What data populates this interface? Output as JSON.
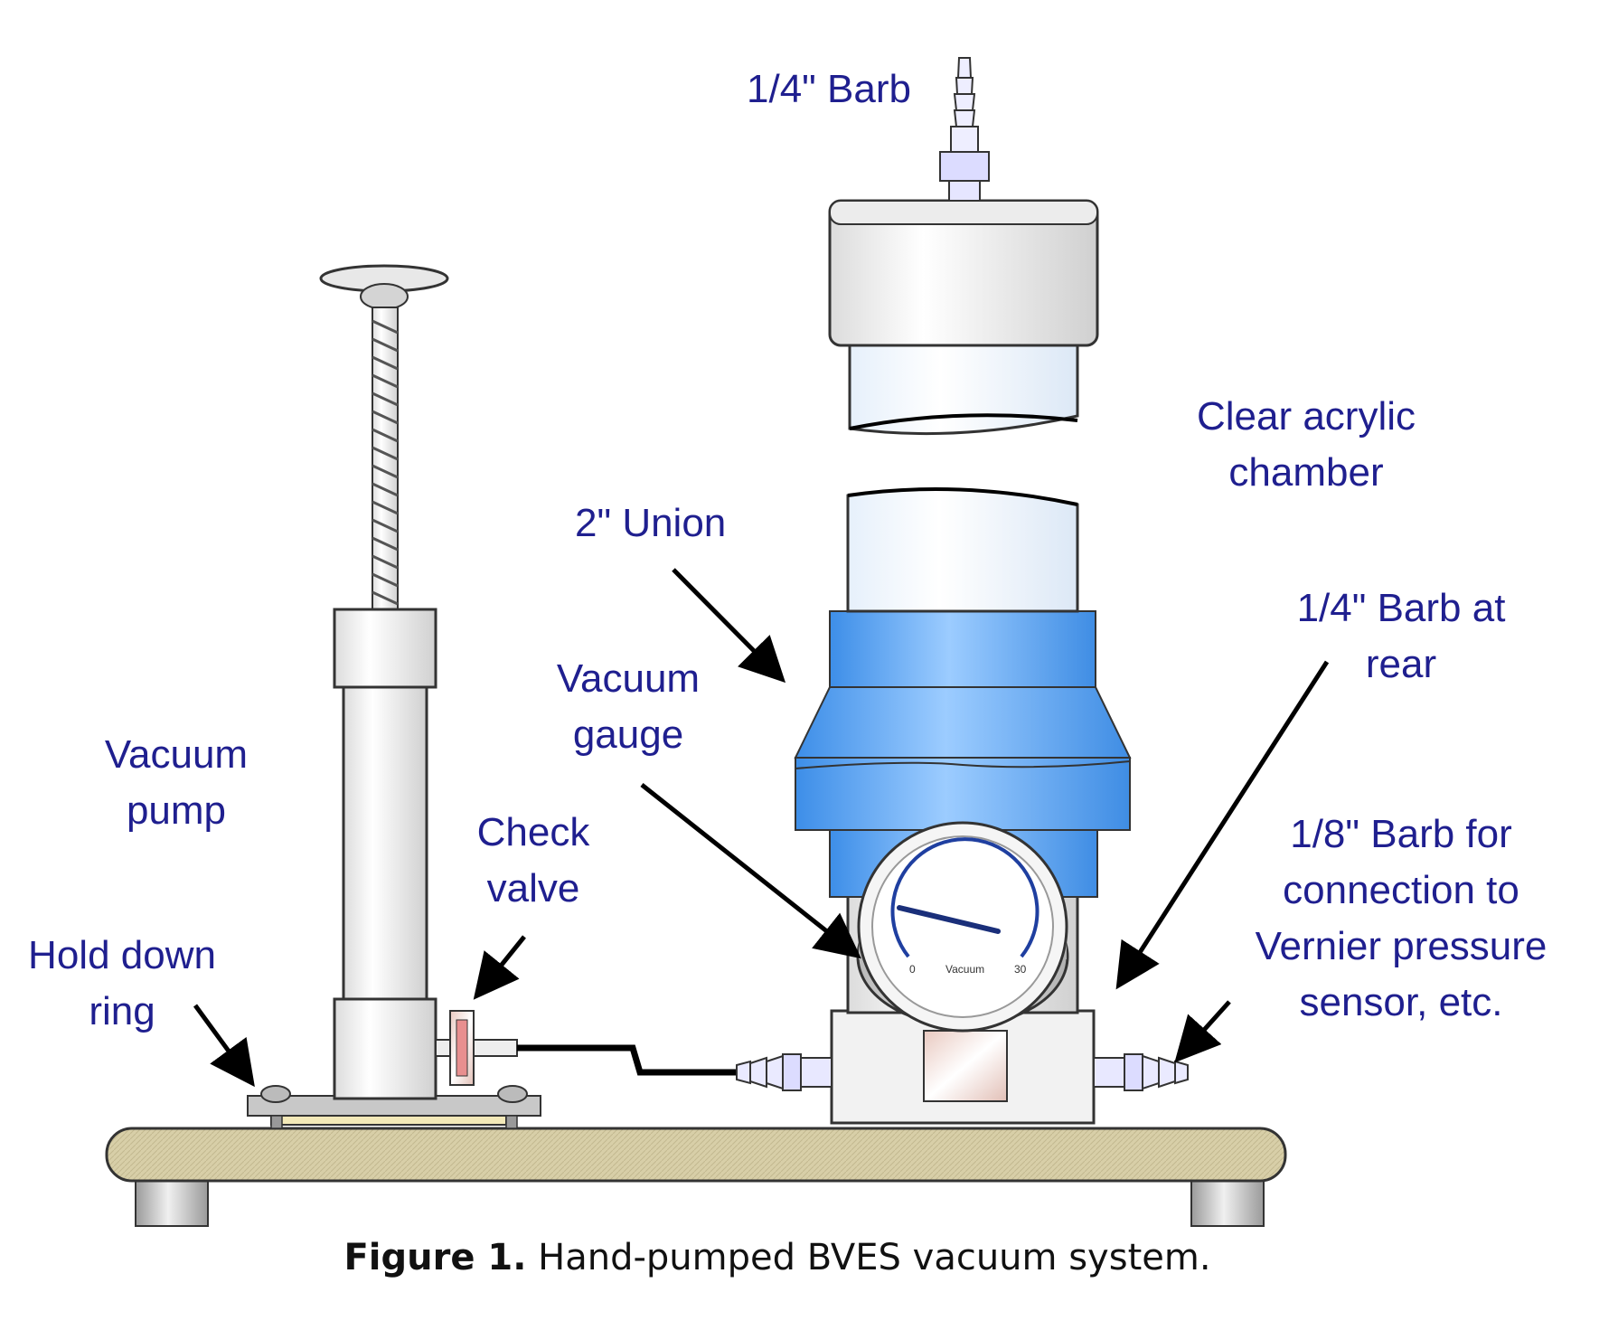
{
  "labels": {
    "barb_top": "1/4\" Barb",
    "chamber": [
      "Clear acrylic",
      "chamber"
    ],
    "union": "2\" Union",
    "barb_rear": [
      "1/4\" Barb at",
      "rear"
    ],
    "gauge": [
      "Vacuum",
      "gauge"
    ],
    "pump": [
      "Vacuum",
      "pump"
    ],
    "check_valve": [
      "Check",
      "valve"
    ],
    "barb_eighth": [
      "1/8\" Barb for",
      "connection to",
      "Vernier pressure",
      "sensor, etc."
    ],
    "hold_down": [
      "Hold down",
      "ring"
    ]
  },
  "gauge_face": {
    "min": "0",
    "max": "30",
    "unit": "Vacuum"
  },
  "caption": {
    "prefix": "Figure 1.",
    "text": " Hand-pumped BVES vacuum system."
  },
  "colors": {
    "label_text": "#1f1f8f",
    "union_blue": "#4f9ff0",
    "base_tan": "#d8cfa8"
  }
}
